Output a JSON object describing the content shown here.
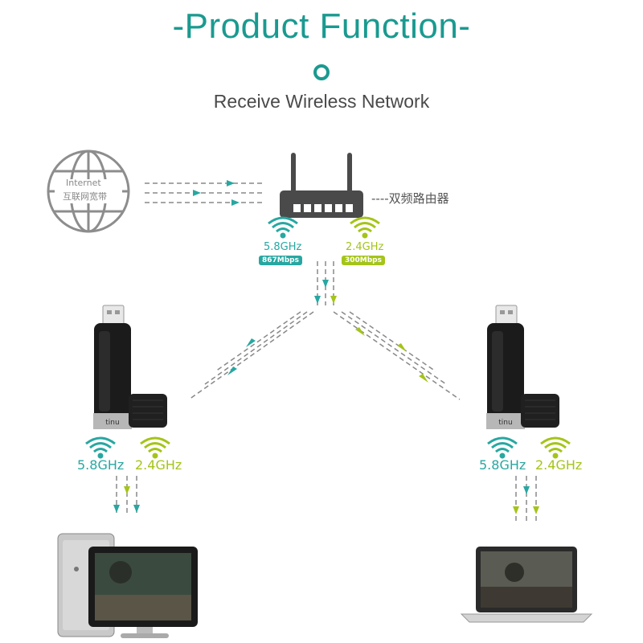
{
  "header": {
    "title": "-Product Function-",
    "subtitle": "Receive Wireless Network"
  },
  "internet": {
    "label_en": "Internet",
    "label_cn": "互联网宽带"
  },
  "router": {
    "label": "----双频路由器",
    "band_5g": {
      "freq": "5.8GHz",
      "speed": "867Mbps"
    },
    "band_24g": {
      "freq": "2.4GHz",
      "speed": "300Mbps"
    }
  },
  "adapter_left": {
    "freq_5g": "5.8GHz",
    "freq_24g": "2.4GHz"
  },
  "adapter_right": {
    "freq_5g": "5.8GHz",
    "freq_24g": "2.4GHz"
  },
  "colors": {
    "teal": "#28a7a1",
    "green": "#a4c41a",
    "title": "#1a9a90"
  }
}
